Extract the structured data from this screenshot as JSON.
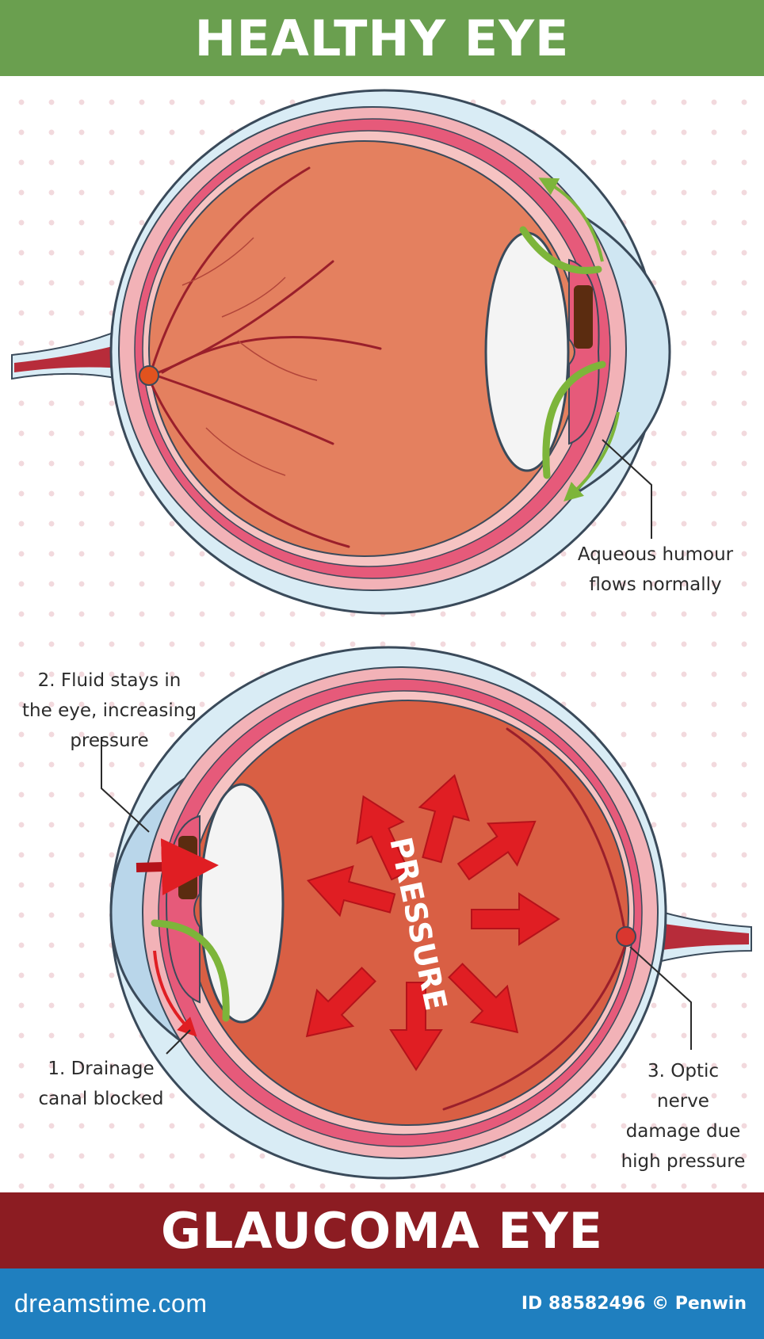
{
  "colors": {
    "healthy_banner": "#6a9f4f",
    "glaucoma_banner": "#8c1c22",
    "footer": "#1f7fbf",
    "arrow_red": "#e01e23",
    "flow_green": "#7db53a",
    "vitreous_healthy": "#e4805f",
    "vitreous_glaucoma": "#d95f44"
  },
  "banners": {
    "healthy": "HEALTHY EYE",
    "glaucoma": "GLAUCOMA EYE"
  },
  "healthy_eye": {
    "label_line1": "Aqueous humour",
    "label_line2": "flows normally"
  },
  "glaucoma_eye": {
    "pressure_text": "PRESSURE",
    "fluid_line1": "2. Fluid stays in",
    "fluid_line2": "the eye, increasing",
    "fluid_line3": "pressure",
    "drain_line1": "1. Drainage",
    "drain_line2": "canal blocked",
    "optic_line1": "3. Optic",
    "optic_line2": "nerve",
    "optic_line3": "damage due",
    "optic_line4": "high pressure"
  },
  "footer": {
    "brand": "dreamstime.com",
    "id_text": "ID 88582496 © Penwin"
  },
  "icons": [
    "arrow-icon",
    "eye-diagram-icon"
  ]
}
